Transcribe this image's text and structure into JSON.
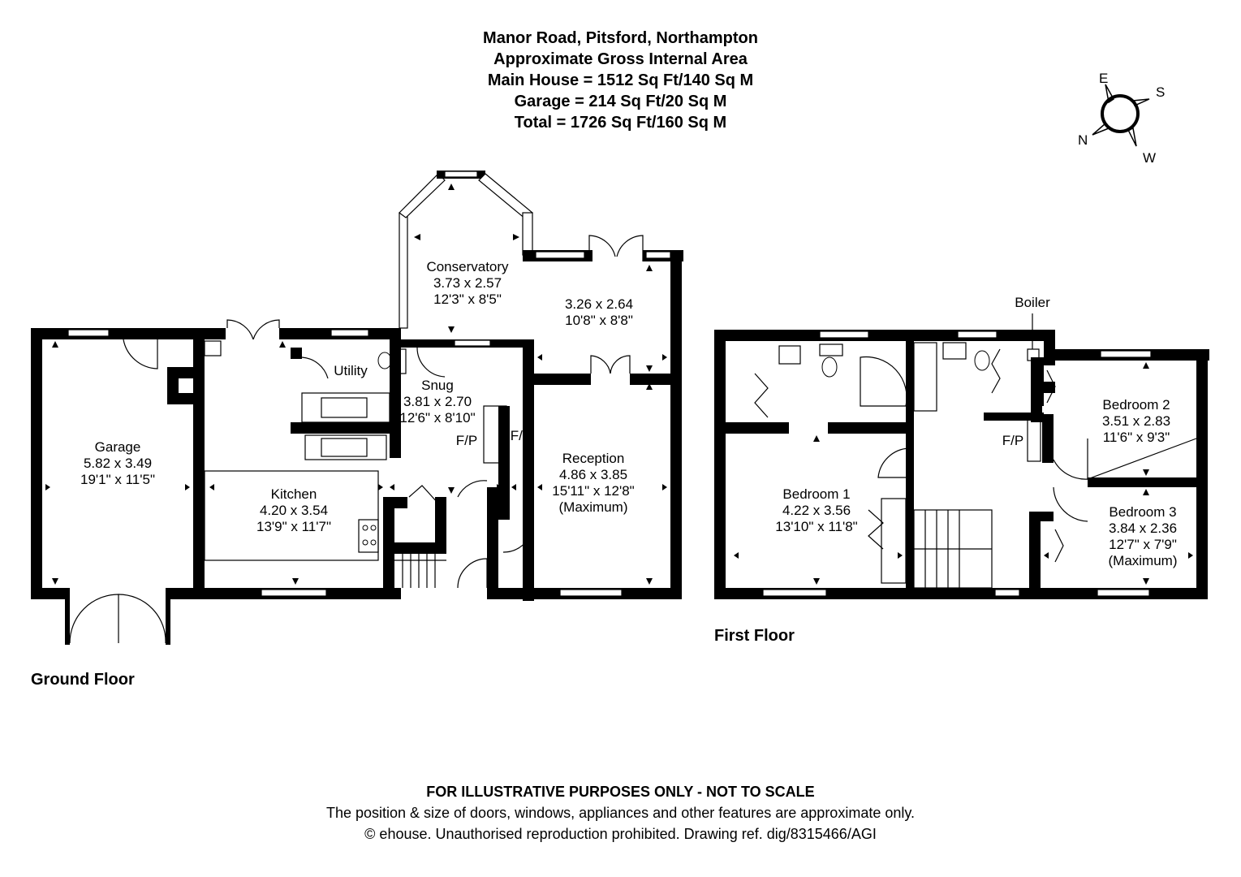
{
  "header": {
    "address": "Manor Road, Pitsford, Northampton",
    "subtitle": "Approximate Gross Internal Area",
    "main_house": "Main House = 1512 Sq Ft/140 Sq M",
    "garage": "Garage = 214 Sq Ft/20 Sq M",
    "total": "Total = 1726 Sq Ft/160 Sq M"
  },
  "compass": {
    "e": "E",
    "s": "S",
    "n": "N",
    "w": "W"
  },
  "floors": {
    "ground": "Ground Floor",
    "first": "First Floor"
  },
  "ground_rooms": {
    "garage": {
      "name": "Garage",
      "metric": "5.82 x 3.49",
      "imperial": "19'1\" x 11'5\""
    },
    "kitchen": {
      "name": "Kitchen",
      "metric": "4.20 x 3.54",
      "imperial": "13'9\" x 11'7\""
    },
    "utility": {
      "name": "Utility"
    },
    "snug": {
      "name": "Snug",
      "metric": "3.81 x 2.70",
      "imperial": "12'6\" x 8'10\""
    },
    "conservatory": {
      "name": "Conservatory",
      "metric": "3.73 x 2.57",
      "imperial": "12'3\" x 8'5\""
    },
    "extension": {
      "metric": "3.26 x 2.64",
      "imperial": "10'8\" x 8'8\""
    },
    "reception": {
      "name": "Reception",
      "metric": "4.86 x 3.85",
      "imperial": "15'11\" x 12'8\"",
      "note": "(Maximum)"
    },
    "fp1": "F/P",
    "fp2": "F/P"
  },
  "first_rooms": {
    "boiler": "Boiler",
    "fp": "F/P",
    "bedroom1": {
      "name": "Bedroom 1",
      "metric": "4.22 x 3.56",
      "imperial": "13'10\" x 11'8\""
    },
    "bedroom2": {
      "name": "Bedroom 2",
      "metric": "3.51 x 2.83",
      "imperial": "11'6\" x 9'3\""
    },
    "bedroom3": {
      "name": "Bedroom 3",
      "metric": "3.84 x 2.36",
      "imperial": "12'7\" x 7'9\"",
      "note": "(Maximum)"
    }
  },
  "footer": {
    "disclaimer": "FOR ILLUSTRATIVE PURPOSES ONLY - NOT TO SCALE",
    "note": "The position & size of doors, windows, appliances and other features are approximate only.",
    "copyright": "© ehouse. Unauthorised reproduction prohibited. Drawing ref. dig/8315466/AGI"
  }
}
